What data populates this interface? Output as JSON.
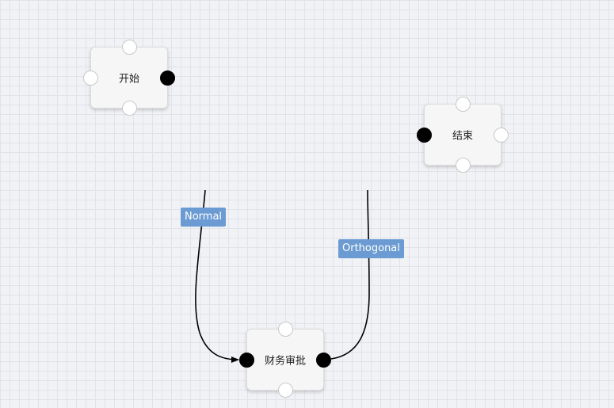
{
  "nodes": {
    "start": {
      "label": "开始"
    },
    "end": {
      "label": "结束"
    },
    "finance_approval": {
      "label": "财务审批"
    }
  },
  "edges": {
    "normal": {
      "label": "Normal"
    },
    "orthogonal": {
      "label": "Orthogonal"
    }
  },
  "colors": {
    "label_bg": "#6b9bd2",
    "active_port": "#000000",
    "edge_stroke": "#000000"
  }
}
